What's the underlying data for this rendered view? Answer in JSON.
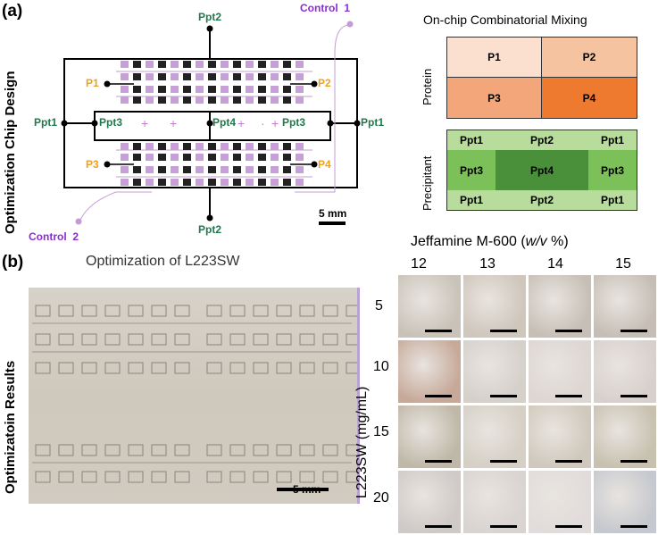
{
  "panel_a": {
    "letter": "(a)",
    "side_title": "Optimization Chip Design",
    "chip_labels": {
      "ppt2_top": "Ppt2",
      "ppt2_bottom": "Ppt2",
      "ppt1_left": "Ppt1",
      "ppt1_right": "Ppt1",
      "ppt3_left": "Ppt3",
      "ppt4": "Ppt4",
      "ppt3_right": "Ppt3",
      "p1": "P1",
      "p2": "P2",
      "p3": "P3",
      "p4": "P4",
      "control1_text": "Control",
      "control1_num": "1",
      "control2_text": "Control",
      "control2_num": "2",
      "scale": "5 mm"
    },
    "mixing_title": "On-chip Combinatorial Mixing",
    "protein_label": "Protein",
    "precipitant_label": "Precipitant",
    "protein_grid": [
      {
        "label": "P1",
        "color": "#fbe0d0"
      },
      {
        "label": "P2",
        "color": "#f6c3a0"
      },
      {
        "label": "P3",
        "color": "#f2a679"
      },
      {
        "label": "P4",
        "color": "#ee7a30"
      }
    ],
    "precipitant_grid": [
      {
        "label": "Ppt1",
        "color": "#b8dc9c"
      },
      {
        "label": "Ppt2",
        "color": "#b8dc9c"
      },
      {
        "label": "Ppt1",
        "color": "#b8dc9c"
      },
      {
        "label": "Ppt3",
        "color": "#7cc05a"
      },
      {
        "label": "Ppt4",
        "color": "#4a8f3a"
      },
      {
        "label": "Ppt3",
        "color": "#7cc05a"
      },
      {
        "label": "Ppt1",
        "color": "#b8dc9c"
      },
      {
        "label": "Ppt2",
        "color": "#b8dc9c"
      },
      {
        "label": "Ppt1",
        "color": "#b8dc9c"
      }
    ]
  },
  "panel_b": {
    "letter": "(b)",
    "side_title": "Optimizatoin Results",
    "photo_title": "Optimization of L223SW",
    "photo_scale": "5 mm",
    "x_axis_title_main": "Jeffamine M-600 (",
    "x_axis_title_italic": "w/v",
    "x_axis_title_end": " %)",
    "x_ticks": [
      "12",
      "13",
      "14",
      "15"
    ],
    "y_axis_title": "L223SW (mg/mL)",
    "y_ticks": [
      "5",
      "10",
      "15",
      "20"
    ]
  }
}
